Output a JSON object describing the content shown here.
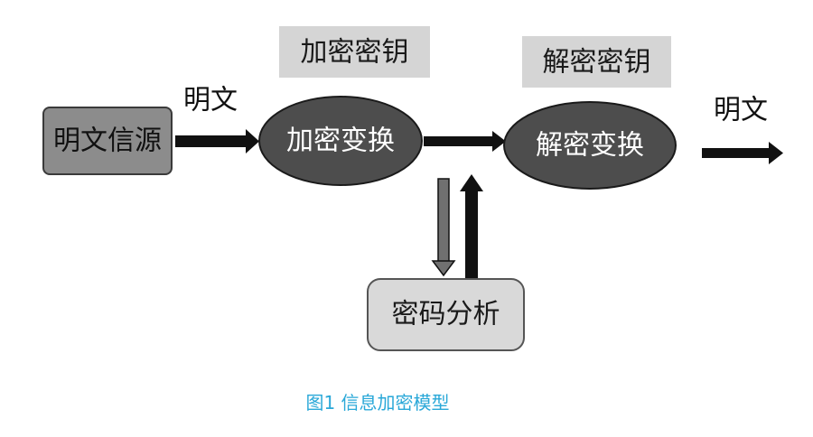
{
  "diagram": {
    "source_label": "明文信源",
    "encrypt_key_label": "加密密钥",
    "decrypt_key_label": "解密密钥",
    "encrypt_label": "加密变换",
    "decrypt_label": "解密变换",
    "plaintext_in_label": "明文",
    "plaintext_out_label": "明文",
    "cryptanalysis_label": "密码分析"
  },
  "caption": "图1 信息加密模型",
  "colors": {
    "node_dark": "#4d4d4d",
    "source_fill": "#8c8c8c",
    "key_fill": "#d5d5d5",
    "analysis_fill": "#d9d9d9",
    "caption": "#2aa8d8",
    "arrow": "#111111",
    "arrow_down_fill": "#707070"
  }
}
